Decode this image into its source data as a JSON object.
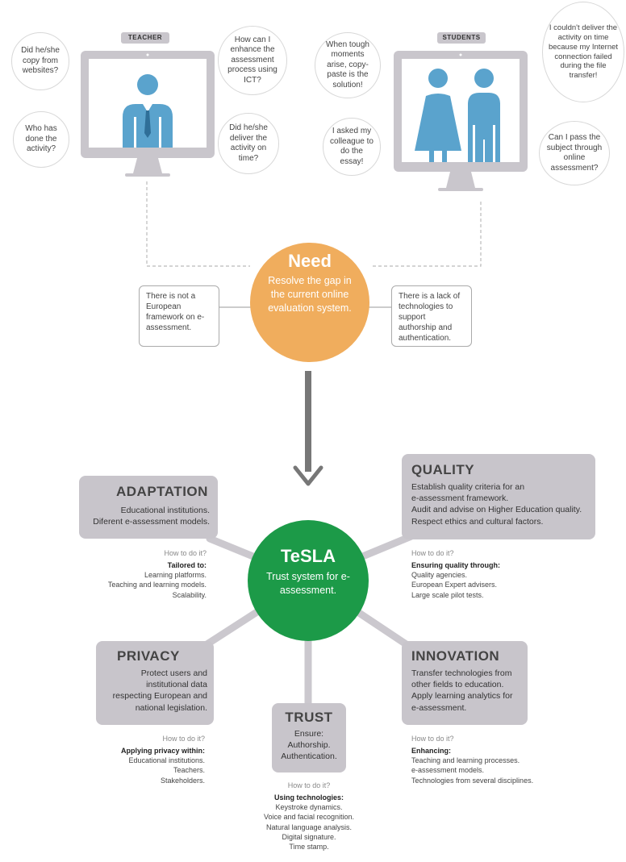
{
  "top": {
    "teacher": {
      "label": "TEACHER",
      "bubbles": [
        "Did he/she copy from websites?",
        "Who has done the activity?",
        "How can I enhance the assessment process using ICT?",
        "Did he/she deliver the activity on time?"
      ]
    },
    "students": {
      "label": "STUDENTS",
      "bubbles": [
        "When tough moments arise, copy-paste is the solution!",
        "I asked my colleague to do the essay!",
        "I couldn't deliver the activity on time because my Internet connection failed during the file transfer!",
        "Can I pass the subject through online assessment?"
      ]
    }
  },
  "need": {
    "title": "Need",
    "text": "Resolve the gap in the current online evaluation system.",
    "left_note": "There is not a European framework on e-assessment.",
    "right_note": "There is a lack of technologies to support authorship and authentication."
  },
  "tesla": {
    "title": "TeSLA",
    "subtitle": "Trust system for e-assessment."
  },
  "cards": {
    "adaptation": {
      "title": "ADAPTATION",
      "text": [
        "Educational institutions.",
        "Diferent e-assessment models."
      ],
      "how_q": "How to do it?",
      "how_h": "Tailored to:",
      "how_items": [
        "Learning platforms.",
        "Teaching and learning models.",
        "Scalability."
      ]
    },
    "quality": {
      "title": "QUALITY",
      "text": [
        "Establish quality criteria for an",
        "e-assessment framework.",
        "Audit and advise on Higher Education quality.",
        "Respect ethics and cultural factors."
      ],
      "how_q": "How to do it?",
      "how_h": "Ensuring quality through:",
      "how_items": [
        "Quality agencies.",
        "European Expert advisers.",
        "Large scale pilot tests."
      ]
    },
    "privacy": {
      "title": "PRIVACY",
      "text": [
        "Protect users and",
        "institutional data",
        "respecting European and",
        "national legislation."
      ],
      "how_q": "How to do it?",
      "how_h": "Applying privacy within:",
      "how_items": [
        "Educational institutions.",
        "Teachers.",
        "Stakeholders."
      ]
    },
    "innovation": {
      "title": "INNOVATION",
      "text": [
        "Transfer technologies from",
        "other fields to education.",
        "Apply learning analytics for",
        "e-assessment."
      ],
      "how_q": "How to do it?",
      "how_h": "Enhancing:",
      "how_items": [
        "Teaching and learning processes.",
        "e-assessment models.",
        "Technologies from several disciplines."
      ]
    },
    "trust": {
      "title": "TRUST",
      "text": [
        "Ensure:",
        "Authorship.",
        "Authentication."
      ],
      "how_q": "How to do it?",
      "how_h": "Using technologies:",
      "how_items": [
        "Keystroke dynamics.",
        "Voice and facial recognition.",
        "Natural language analysis.",
        "Digital signature.",
        "Time stamp."
      ]
    }
  },
  "colors": {
    "need_orange": "#f0ad5d",
    "tesla_green": "#1c9a48",
    "card_gray": "#c8c5cb",
    "figure_blue": "#5aa3cd",
    "connector_gray": "#cbc8ce"
  }
}
